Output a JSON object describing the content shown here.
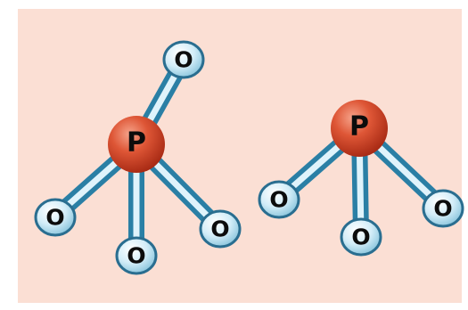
{
  "colors": {
    "background": "#fbdfd4",
    "phosphorus": "#d7462a",
    "oxygen": "#bfe3f2",
    "bond": "#4fa7c8"
  },
  "molecules": [
    {
      "name": "phosphate-full",
      "center": {
        "label": "P"
      },
      "oxygens": [
        {
          "label": "O"
        },
        {
          "label": "O"
        },
        {
          "label": "O"
        },
        {
          "label": "O"
        }
      ]
    },
    {
      "name": "phosphate-partial",
      "center": {
        "label": "P"
      },
      "oxygens": [
        {
          "label": "O"
        },
        {
          "label": "O"
        },
        {
          "label": "O"
        }
      ]
    }
  ]
}
